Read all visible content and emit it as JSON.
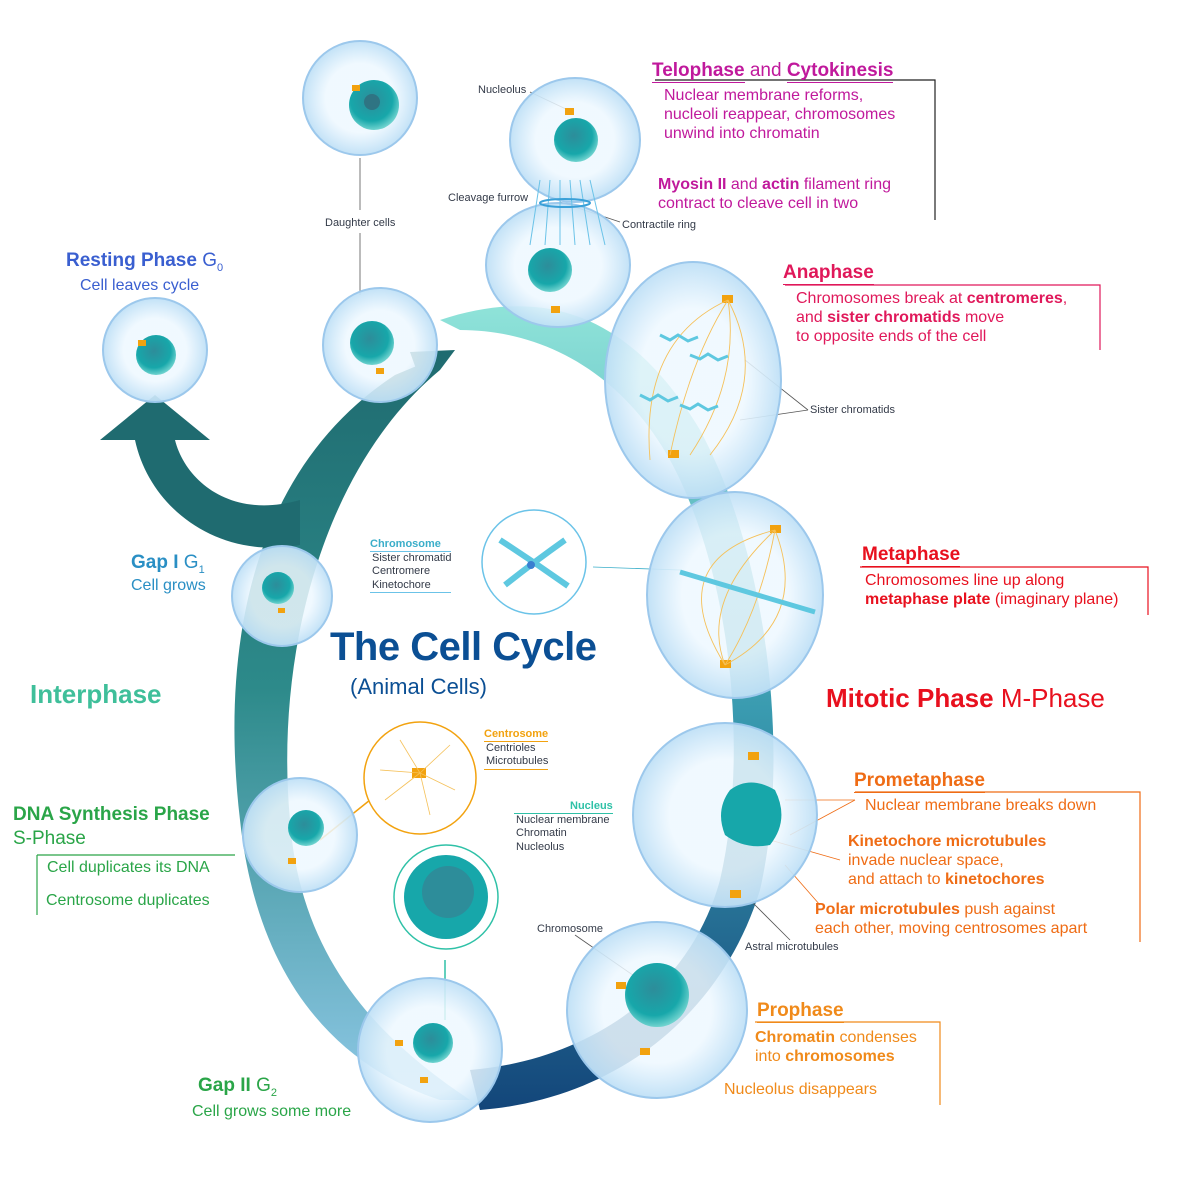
{
  "title": "The Cell Cycle",
  "subtitle": "(Animal Cells)",
  "colors": {
    "interphase": "#3fbf9a",
    "mitotic": "#e8101e",
    "telophase": "#c0199c",
    "anaphase": "#e0185a",
    "prometaphase": "#ef6c15",
    "prophase": "#f08a1a",
    "resting": "#3a5fd0",
    "gap1": "#2a8fc4",
    "dna": "#2aa548",
    "gap2": "#2aa548",
    "title": "#0b4f94",
    "cell_fill": "#e4f3fd",
    "cell_edge": "#9cc8ec",
    "nucleus": "#1aa5a8",
    "centrosome": "#f2a20f"
  },
  "phases": {
    "telophase": {
      "name_a": "Telophase",
      "name_and": " and ",
      "name_b": "Cytokinesis",
      "lines": [
        "Nuclear membrane reforms,",
        "nucleoli reappear, chromosomes",
        "unwind into chromatin"
      ],
      "line2_a": "Myosin II",
      "line2_b": " and ",
      "line2_c": "actin",
      "line2_d": " filament ring",
      "line3": "contract to cleave cell in two"
    },
    "anaphase": {
      "name": "Anaphase",
      "l1a": "Chromosomes break at ",
      "l1b": "centromeres",
      "l1c": ",",
      "l2a": "and ",
      "l2b": "sister chromatids",
      "l2c": " move",
      "l3": "to opposite ends of the cell"
    },
    "metaphase": {
      "name": "Metaphase",
      "l1": "Chromosomes line up along",
      "l2a": "metaphase plate",
      "l2b": " (imaginary plane)"
    },
    "mitotic": {
      "a": "Mitotic Phase",
      "b": " M-Phase"
    },
    "prometaphase": {
      "name": "Prometaphase",
      "l1": "Nuclear membrane breaks down",
      "l2": "Kinetochore microtubules",
      "l3": "invade nuclear space,",
      "l4a": "and attach to ",
      "l4b": "kinetochores",
      "l5a": "Polar microtubules",
      "l5b": " push against",
      "l6": "each other, moving centrosomes apart"
    },
    "prophase": {
      "name": "Prophase",
      "l1a": "Chromatin",
      "l1b": " condenses",
      "l2a": "into ",
      "l2b": "chromosomes",
      "l3": "Nucleolus disappears"
    },
    "resting": {
      "a": "Resting Phase ",
      "b": "G",
      "sub": "0",
      "desc": "Cell leaves cycle"
    },
    "gap1": {
      "a": "Gap I ",
      "b": "G",
      "sub": "1",
      "desc": "Cell grows"
    },
    "interphase": "Interphase",
    "dna": {
      "name": "DNA Synthesis Phase",
      "alt": "S-Phase",
      "l1": "Cell duplicates its DNA",
      "l2": "Centrosome duplicates"
    },
    "gap2": {
      "a": "Gap II ",
      "b": "G",
      "sub": "2",
      "desc": "Cell grows some more"
    }
  },
  "small_labels": {
    "nucleolus": "Nucleolus",
    "cleavage_furrow": "Cleavage furrow",
    "contractile_ring": "Contractile ring",
    "daughter_cells": "Daughter cells",
    "sister_chromatids": "Sister chromatids",
    "astral": "Astral microtubules",
    "chromosome": "Chromosome"
  },
  "insets": {
    "chromosome": {
      "title": "Chromosome",
      "items": [
        "Sister chromatid",
        "Centromere",
        "Kinetochore"
      ]
    },
    "centrosome": {
      "title": "Centrosome",
      "items": [
        "Centrioles",
        "Microtubules"
      ]
    },
    "nucleus": {
      "title": "Nucleus",
      "items": [
        "Nuclear membrane",
        "Chromatin",
        "Nucleolus"
      ]
    }
  }
}
